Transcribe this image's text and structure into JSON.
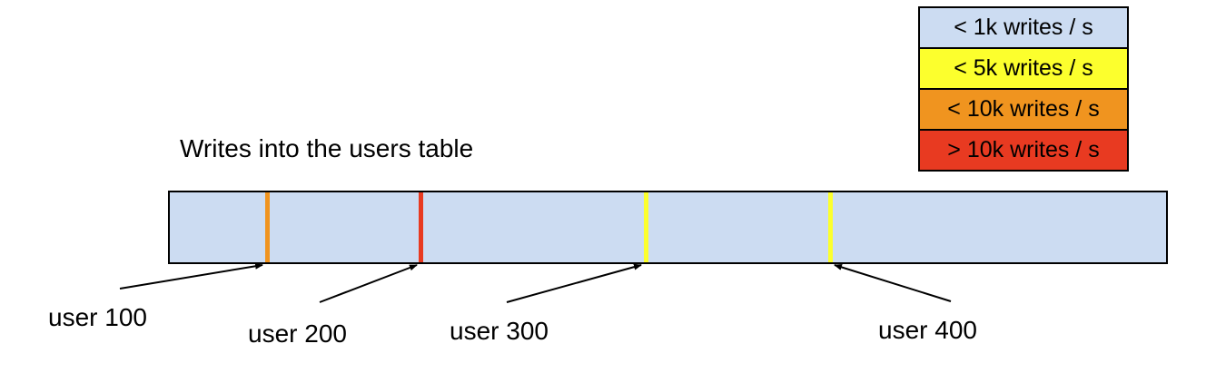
{
  "title": {
    "text": "Writes into the users table"
  },
  "colors": {
    "bar_fill": "#ccdcf2",
    "yellow": "#fcff2d",
    "orange": "#f0941f",
    "red": "#e83a21",
    "outline": "#000000"
  },
  "legend": {
    "items": [
      {
        "label": "< 1k writes / s",
        "color": "#ccdcf2"
      },
      {
        "label": "< 5k writes / s",
        "color": "#fcff2d"
      },
      {
        "label": "< 10k writes / s",
        "color": "#f0941f"
      },
      {
        "label": "> 10k writes / s",
        "color": "#e83a21"
      }
    ]
  },
  "table_bar": {
    "fill": "#ccdcf2",
    "stripes": [
      {
        "points_to": "user 100",
        "color": "#f0941f"
      },
      {
        "points_to": "user 200",
        "color": "#e83a21"
      },
      {
        "points_to": "user 300",
        "color": "#fcff2d"
      },
      {
        "points_to": "user 400",
        "color": "#fcff2d"
      }
    ]
  },
  "callouts": [
    {
      "label": "user 100"
    },
    {
      "label": "user 200"
    },
    {
      "label": "user 300"
    },
    {
      "label": "user 400"
    }
  ]
}
